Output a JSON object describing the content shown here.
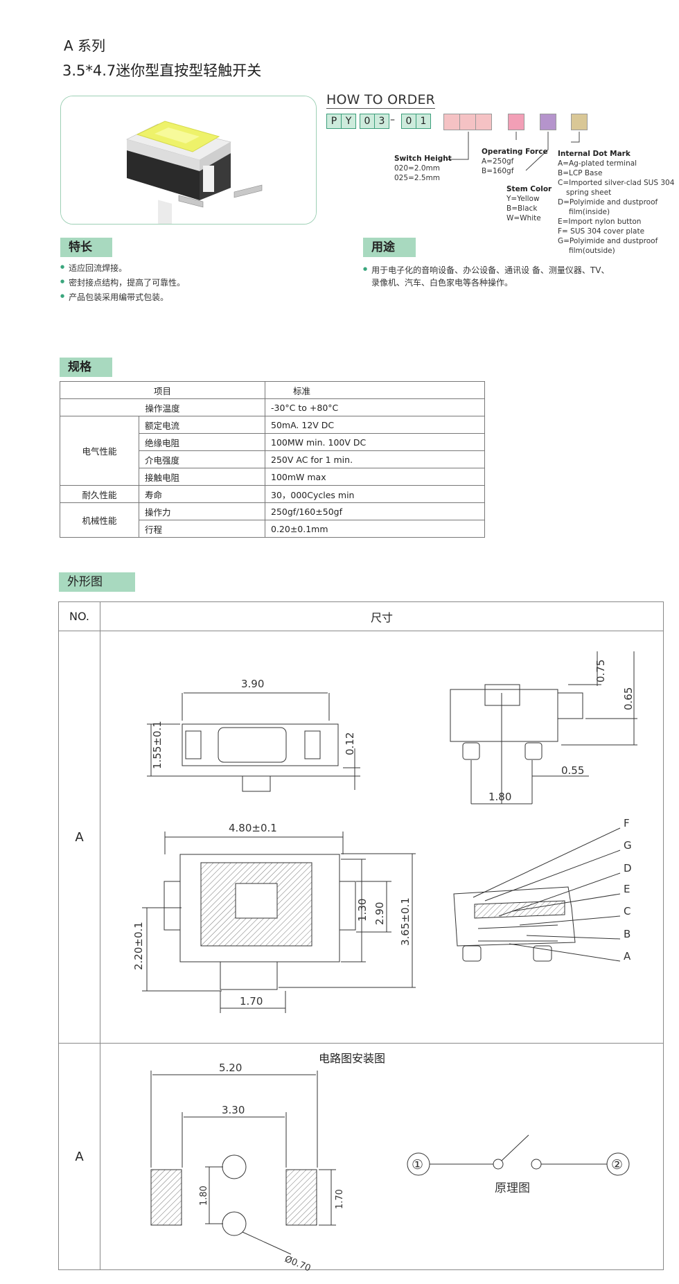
{
  "header": {
    "series": "A 系列",
    "title": "3.5*4.7迷你型直按型轻触开关"
  },
  "order": {
    "title": "HOW TO ORDER",
    "code_chars": [
      "P",
      "Y",
      "0",
      "3",
      "–",
      "0",
      "1"
    ],
    "colors": {
      "pink_light": "#f5c2c4",
      "pink": "#f29fb6",
      "purple": "#b594cc",
      "tan": "#d9c796",
      "green": "#cdebdc"
    },
    "switch_height": {
      "label": "Switch Height",
      "options": [
        "020=2.0mm",
        "025=2.5mm"
      ]
    },
    "operating_force": {
      "label": "Operating Force",
      "options": [
        "A=250gf",
        "B=160gf"
      ]
    },
    "stem_color": {
      "label": "Stem Color",
      "options": [
        "Y=Yellow",
        "B=Black",
        "W=White"
      ]
    },
    "internal_dot_mark": {
      "label": "Internal Dot Mark",
      "options": [
        "A=Ag-plated terminal",
        "B=LCP Base",
        "C=Imported silver-clad SUS 304",
        "spring sheet",
        "D=Polyimide and dustproof",
        "film(inside)",
        "E=Import nylon button",
        "F= SUS 304 cover plate",
        "G=Polyimide and dustproof",
        "film(outside)"
      ]
    }
  },
  "features": {
    "title": "特长",
    "items": [
      "适应回流焊接。",
      "密封接点结构，提高了可靠性。",
      "产品包装采用编带式包装。"
    ]
  },
  "uses": {
    "title": "用途",
    "items": [
      "用于电子化的音响设备、办公设备、通讯设 备、测量仪器、TV、",
      "录像机、汽车、白色家电等各种操作。"
    ]
  },
  "spec": {
    "title": "规格",
    "head": {
      "item": "项目",
      "std": "标准"
    },
    "rows": {
      "temp": {
        "label": "操作温度",
        "value": "-30°C to +80°C"
      },
      "elec": {
        "group": "电气性能",
        "r1": [
          "额定电流",
          "50mA. 12V DC"
        ],
        "r2": [
          "绝缘电阻",
          "100MW min. 100V DC"
        ],
        "r3": [
          "介电强度",
          "250V AC for 1 min."
        ],
        "r4": [
          "接触电阻",
          "100mW max"
        ]
      },
      "dura": {
        "group": "耐久性能",
        "r1": [
          "寿命",
          "30，000Cycles min"
        ]
      },
      "mech": {
        "group": "机械性能",
        "r1": [
          "操作力",
          "250gf/160±50gf"
        ],
        "r2": [
          "行程",
          "0.20±0.1mm"
        ]
      }
    }
  },
  "outline": {
    "title": "外形图",
    "no_header": "NO.",
    "size_header": "尺寸",
    "row_label": "A",
    "circuit_header": "电路图安装图",
    "circuit_label": "A",
    "dims": {
      "top_width": "3.90",
      "side_h": "1.55±0.1",
      "thin": "0.12",
      "right_075": "0.75",
      "right_065": "0.65",
      "right_055": "0.55",
      "right_180": "1.80",
      "plan_w": "4.80±0.1",
      "plan_130": "1.30",
      "plan_290": "2.90",
      "plan_365": "3.65±0.1",
      "plan_220": "2.20±0.1",
      "plan_170": "1.70",
      "parts": [
        "F",
        "G",
        "D",
        "E",
        "C",
        "B",
        "A"
      ],
      "pad_520": "5.20",
      "pad_330": "3.30",
      "pad_180": "1.80",
      "pad_170": "1.70",
      "pad_hole": "Ø0.70"
    },
    "schematic": {
      "pin1": "①",
      "pin2": "②",
      "label": "原理图"
    }
  }
}
